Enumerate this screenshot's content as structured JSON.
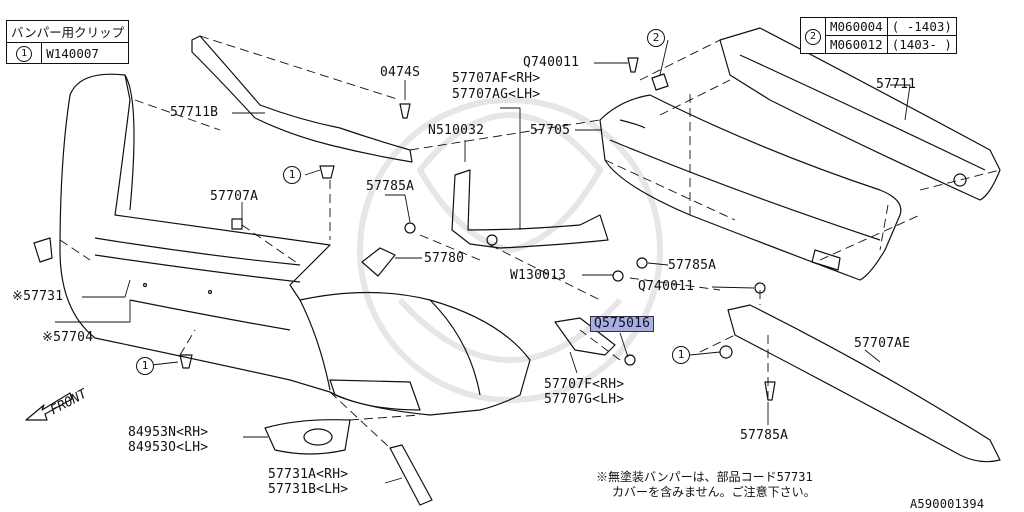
{
  "legend_table": {
    "header": "バンパー用クリップ",
    "ref": "1",
    "part": "W140007"
  },
  "variant_table": {
    "ref": "2",
    "rows": [
      {
        "part": "M060004",
        "range": "(  -1403)"
      },
      {
        "part": "M060012",
        "range": "(1403-  )"
      }
    ]
  },
  "labels": {
    "l_0474S": "0474S",
    "l_57711B": "57711B",
    "l_57707AF": "57707AF<RH>",
    "l_57707AG": "57707AG<LH>",
    "l_N510032": "N510032",
    "l_Q740011a": "Q740011",
    "l_57705": "57705",
    "l_57711": "57711",
    "l_57707A": "57707A",
    "l_57785A_a": "57785A",
    "l_57780": "57780",
    "l_W130013": "W130013",
    "l_57785A_b": "57785A",
    "l_Q740011b": "Q740011",
    "l_57731": "※57731",
    "l_57704": "※57704",
    "l_Q575016": "Q575016",
    "l_57707AE": "57707AE",
    "l_57707F": "57707F<RH>",
    "l_57707G": "57707G<LH>",
    "l_84953N": "84953N<RH>",
    "l_84953O": "84953O<LH>",
    "l_57731A": "57731A<RH>",
    "l_57731B": "57731B<LH>",
    "l_57785A_c": "57785A",
    "front": "FRONT",
    "circle1": "1",
    "circle2": "2"
  },
  "note": {
    "line1": "※無塗装バンパーは、部品コード57731",
    "line2": "カバーを含みません。ご注意下さい。"
  },
  "diagram_id": "A590001394"
}
